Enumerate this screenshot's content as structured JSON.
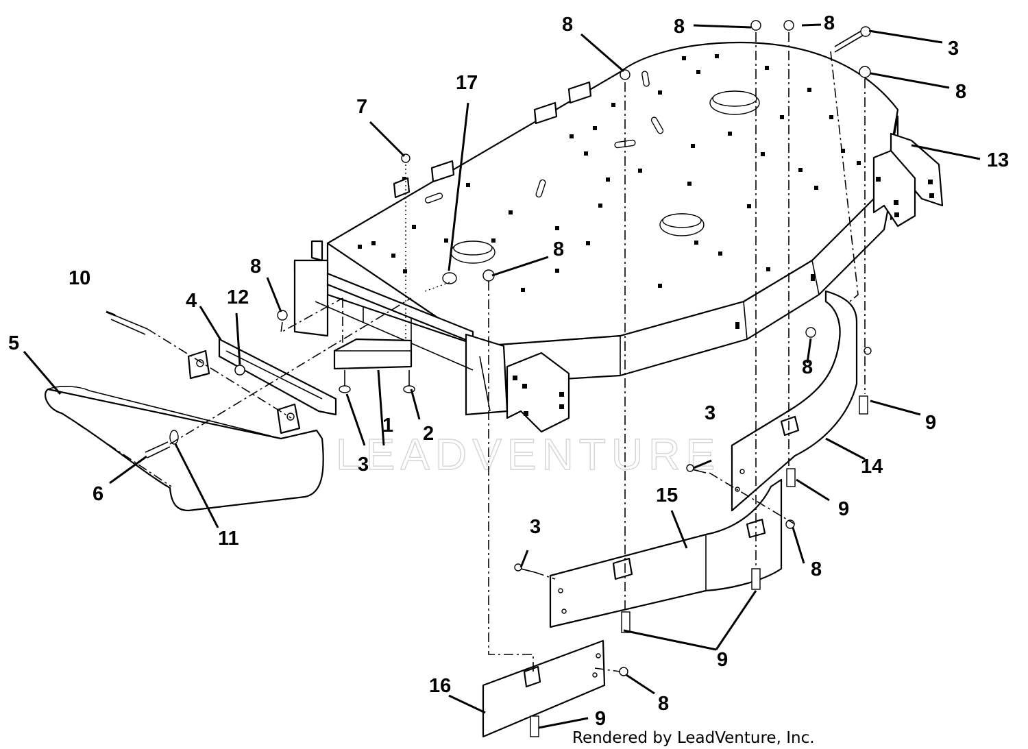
{
  "diagram": {
    "watermark": "LEADVENTURE",
    "credit": "Rendered by LeadVenture, Inc.",
    "callouts": {
      "c1": "1",
      "c2": "2",
      "c3a": "3",
      "c3b": "3",
      "c3c": "3",
      "c3d": "3",
      "c4": "4",
      "c5": "5",
      "c6": "6",
      "c7": "7",
      "c8a": "8",
      "c8b": "8",
      "c8c": "8",
      "c8d": "8",
      "c8e": "8",
      "c8f": "8",
      "c8g": "8",
      "c8h": "8",
      "c8i": "8",
      "c9a": "9",
      "c9b": "9",
      "c9c": "9",
      "c9d": "9",
      "c10": "10",
      "c11": "11",
      "c12": "12",
      "c13": "13",
      "c14": "14",
      "c15": "15",
      "c16": "16",
      "c17": "17"
    }
  }
}
